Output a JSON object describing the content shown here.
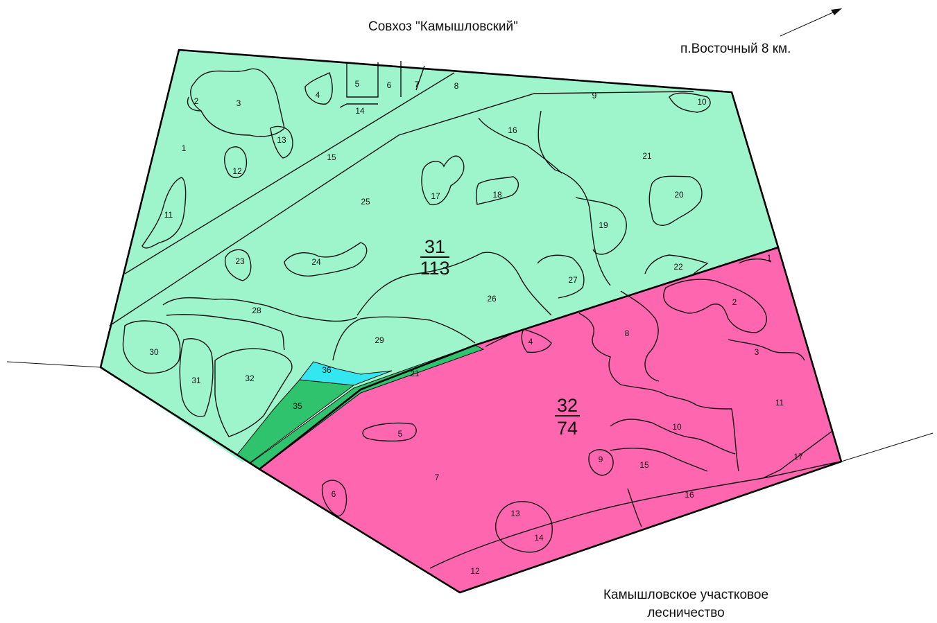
{
  "labels": {
    "top_title": "Совхоз \"Камышловский\"",
    "settlement": "п.Восточный  8 км.",
    "bottom_line1": "Камышловское участковое",
    "bottom_line2": "лесничество"
  },
  "quarters": [
    {
      "id": "q31",
      "number": "31",
      "area": "113",
      "color": "#9ef5cc"
    },
    {
      "id": "q32",
      "number": "32",
      "area": "74",
      "color": "#ff66b0"
    }
  ],
  "special_colors": {
    "road_strip": "#2fc36d",
    "plot35": "#2fc36d",
    "plot36": "#33e6f0"
  },
  "plots_q31": [
    "1",
    "2",
    "3",
    "4",
    "5",
    "6",
    "7",
    "8",
    "9",
    "10",
    "11",
    "12",
    "13",
    "14",
    "15",
    "16",
    "17",
    "18",
    "19",
    "20",
    "21",
    "22",
    "23",
    "24",
    "25",
    "26",
    "27",
    "28",
    "29",
    "30",
    "31",
    "32",
    "35",
    "36",
    "21"
  ],
  "plots_q32": [
    "1",
    "2",
    "3",
    "4",
    "5",
    "6",
    "7",
    "8",
    "9",
    "10",
    "11",
    "12",
    "13",
    "14",
    "15",
    "16",
    "17"
  ],
  "icons": [
    "direction-arrow-icon"
  ]
}
